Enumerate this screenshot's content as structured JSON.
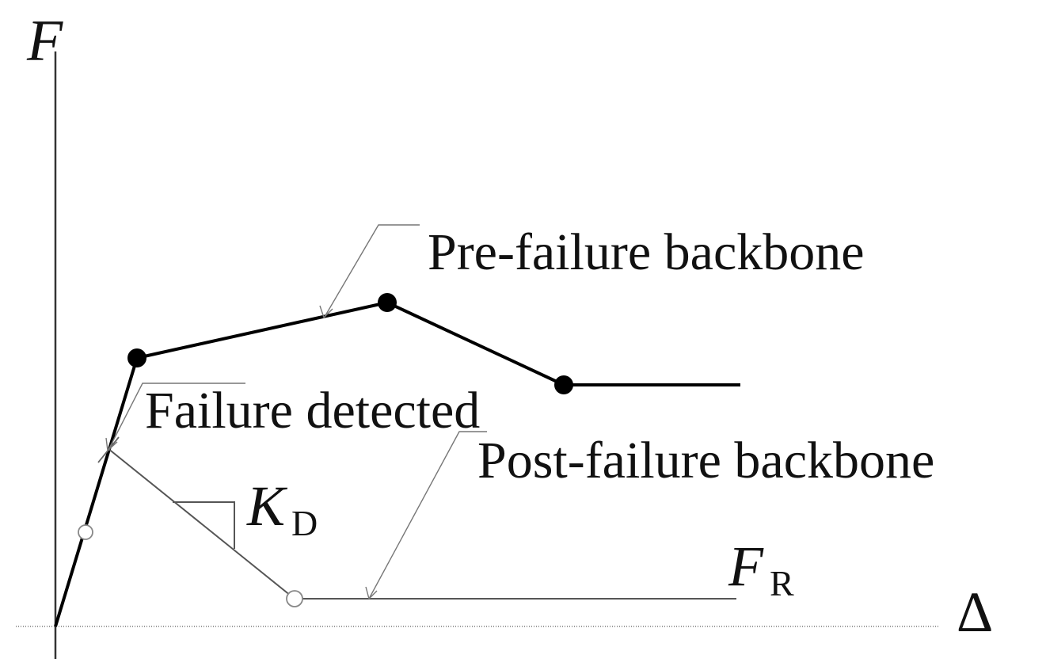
{
  "axes": {
    "y_label": "F",
    "x_label": "Δ"
  },
  "labels": {
    "pre_failure": "Pre-failure backbone",
    "failure_detected": "Failure detected",
    "post_failure": "Post-failure backbone",
    "stiffness_symbol": "K",
    "stiffness_subscript": "D",
    "residual_symbol": "F",
    "residual_subscript": "R"
  },
  "colors": {
    "backbone": "#000000",
    "post_failure": "#555555",
    "axis": "#333333",
    "leader": "#777777"
  }
}
